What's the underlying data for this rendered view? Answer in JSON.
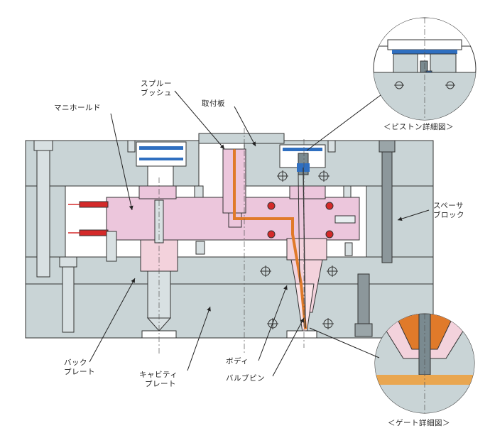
{
  "labels": {
    "manifold": "マニホールド",
    "sprue_bush_line1": "スプルー",
    "sprue_bush_line2": "ブッシュ",
    "mounting_plate": "取付板",
    "spacer_block_line1": "スペーサ",
    "spacer_block_line2": "ブロック",
    "back_plate_line1": "バック",
    "back_plate_line2": "プレート",
    "cavity_plate_line1": "キャビティ",
    "cavity_plate_line2": "プレート",
    "body": "ボディ",
    "valve_pin": "バルブピン",
    "piston_detail": "＜ピストン詳細図＞",
    "gate_detail": "＜ゲート詳細図＞"
  },
  "colors": {
    "steel": "#c9d4d6",
    "steel_dark": "#a9b6ba",
    "manifold_pink": "#ecc6dc",
    "manifold_pink_dark": "#d9a6c3",
    "melt_orange": "#e07a2a",
    "heater_red": "#d42a2a",
    "bushing_pink": "#f3d2dc",
    "piston_blue": "#2f6fc0",
    "outline": "#333333"
  }
}
